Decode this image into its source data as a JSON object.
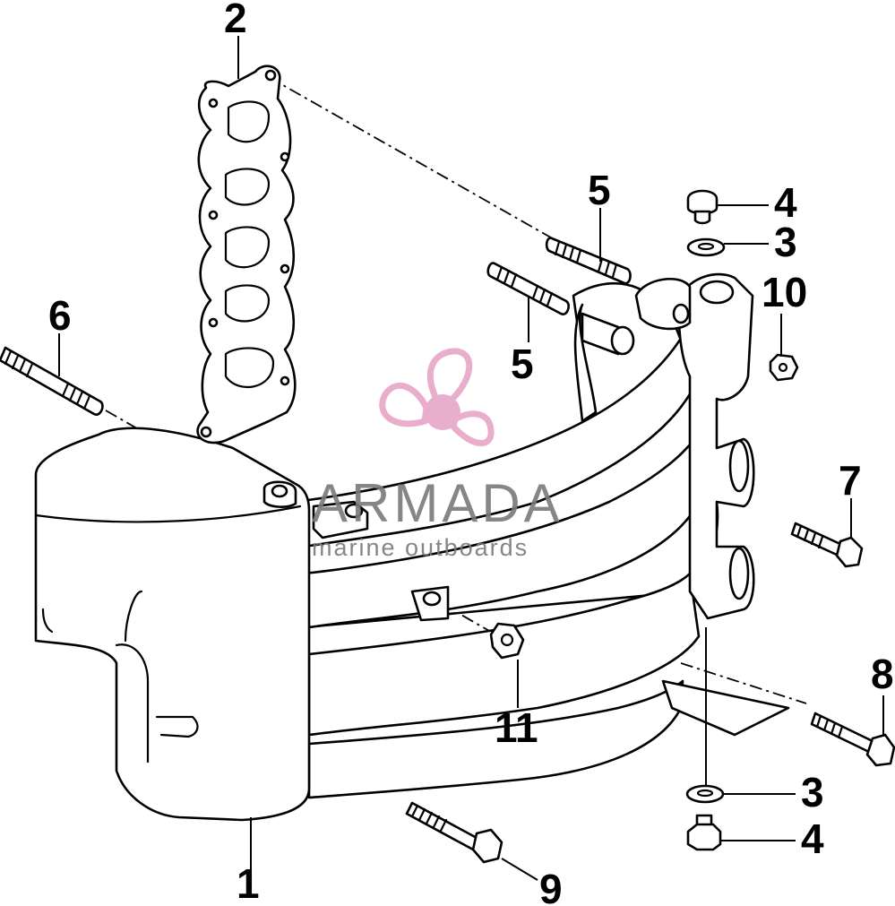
{
  "callouts": {
    "c1": "1",
    "c2": "2",
    "c3a": "3",
    "c3b": "3",
    "c4a": "4",
    "c4b": "4",
    "c5a": "5",
    "c5b": "5",
    "c6": "6",
    "c7": "7",
    "c8": "8",
    "c9": "9",
    "c10": "10",
    "c11": "11"
  },
  "watermark": {
    "brand": "ARMADA",
    "tagline": "marine outboards",
    "logo_color": "#e8a6c8",
    "text_color": "#7a7a7a"
  }
}
